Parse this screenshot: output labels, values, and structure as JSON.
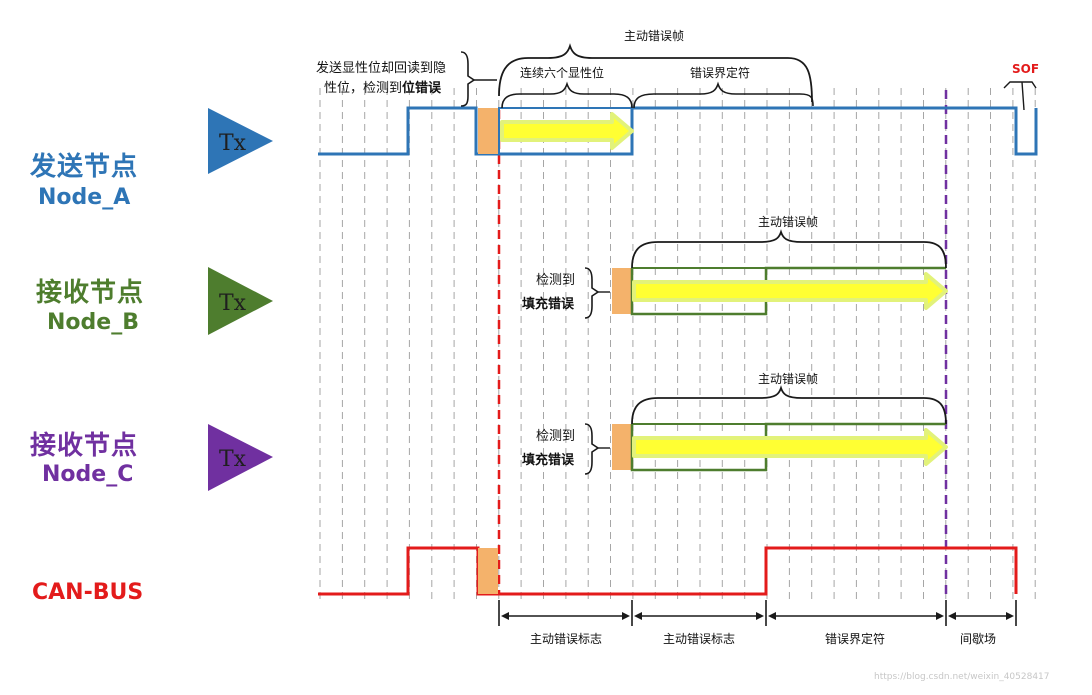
{
  "nodes": {
    "a": {
      "name_cn": "发送节点",
      "name_en": "Node_A",
      "color": "#2e75b6"
    },
    "b": {
      "name_cn": "接收节点",
      "name_en": "Node_B",
      "color": "#4e7d2e"
    },
    "c": {
      "name_cn": "接收节点",
      "name_en": "Node_C",
      "color": "#7030a0"
    }
  },
  "bus": {
    "name": "CAN-BUS",
    "color": "#e31b1b"
  },
  "tx_label": "Tx",
  "annotations": {
    "send_detect_line1": "发送显性位却回读到隐",
    "send_detect_line2_plain": "性位，检测到",
    "send_detect_line2_bold": "位错误",
    "sof": "SOF",
    "active_error_frame": "主动错误帧",
    "six_dominant": "连续六个显性位",
    "error_delimiter": "错误界定符",
    "detected_line1": "检测到",
    "detected_line2": "填充错误"
  },
  "bottom_segments": [
    "主动错误标志",
    "主动错误标志",
    "错误界定符",
    "间歇场"
  ],
  "watermark": "https://blog.csdn.net/weixin_40528417",
  "colors": {
    "error_bit": "#f4b26b",
    "arrow_fill": "#ffff33",
    "arrow_glow": "#e2f27a",
    "grid": "#a6a6a6",
    "sof_text": "#e31b1b"
  }
}
